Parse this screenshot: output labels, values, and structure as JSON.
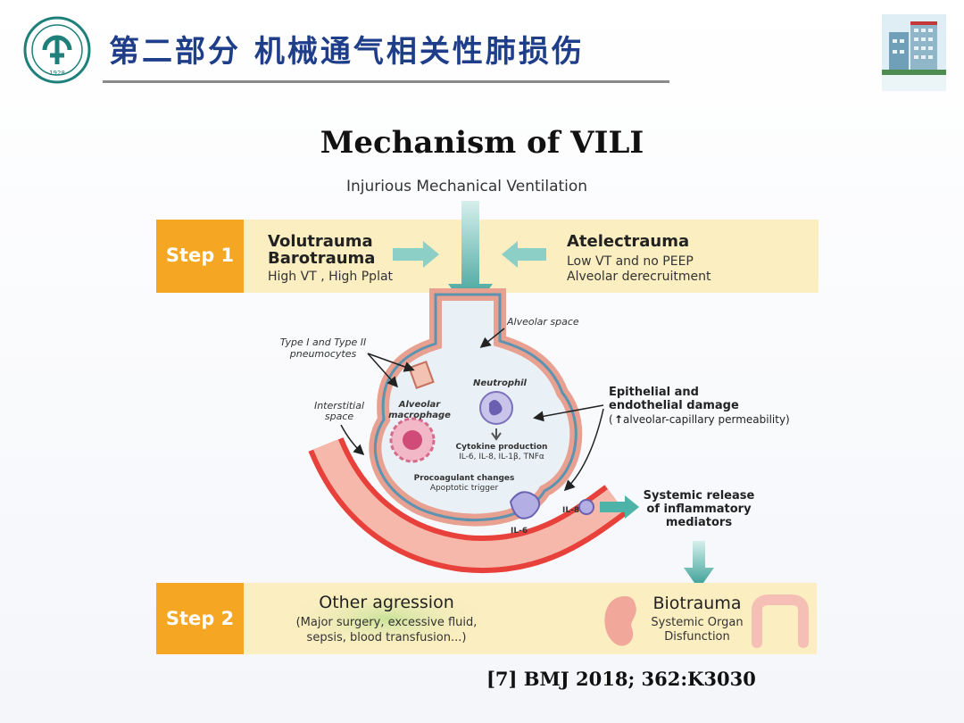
{
  "header": {
    "title": "第二部分 机械通气相关性肺损伤",
    "logo_text": "1928"
  },
  "diagram": {
    "title": "Mechanism of VILI",
    "top_label": "Injurious Mechanical Ventilation",
    "step1": {
      "badge": "Step 1",
      "left_title_1": "Volutrauma",
      "left_title_2": "Barotrauma",
      "left_sub": "High VT , High Pplat",
      "right_title": "Atelectrauma",
      "right_sub_1": "Low VT and no PEEP",
      "right_sub_2": "Alveolar derecruitment"
    },
    "alveolus": {
      "alveolar_space": "Alveolar space",
      "pneumocytes_1": "Type I and Type II",
      "pneumocytes_2": "pneumocytes",
      "interstitial_1": "Interstitial",
      "interstitial_2": "space",
      "macrophage_1": "Alveolar",
      "macrophage_2": "macrophage",
      "neutrophil": "Neutrophil",
      "cytokine_1": "Cytokine production",
      "cytokine_2": "IL-6, IL-8, IL-1β, TNFα",
      "procoag_1": "Procoagulant changes",
      "procoag_2": "Apoptotic trigger",
      "il8": "IL-8",
      "il6": "IL-6"
    },
    "damage": {
      "line1": "Epithelial and",
      "line2": "endothelial damage",
      "line3": "alveolar-capillary permeability)",
      "paren": "(",
      "arrow": "↑"
    },
    "systemic": {
      "line1": "Systemic release",
      "line2": "of inflammatory",
      "line3": "mediators"
    },
    "step2": {
      "badge": "Step 2",
      "left_title": "Other agression",
      "left_sub_1": "(Major surgery, excessive fluid,",
      "left_sub_2": "sepsis, blood transfusion...)",
      "right_title": "Biotrauma",
      "right_sub_1": "Systemic Organ",
      "right_sub_2": "Disfunction"
    }
  },
  "citation": "[7] BMJ 2018; 362:K3030",
  "colors": {
    "title_blue": "#1f3e8a",
    "step_orange": "#f5a623",
    "band": "#fbeec1",
    "teal": "#3aa79c",
    "vessel_red": "#e8403a"
  }
}
